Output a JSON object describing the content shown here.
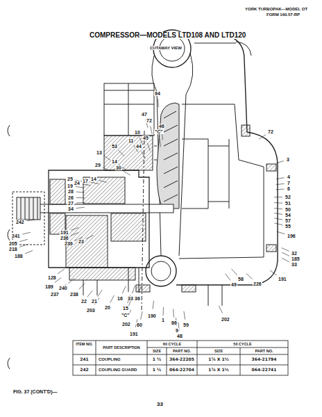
{
  "diagram": {
    "title": "COMPRESSOR—MODELS LTD108 AND LTD120",
    "caption": "FIG. 37 (CONT'D)—",
    "labels": [
      "YORK TURBOPAK—MODEL OT",
      "FORM 160.57-RP",
      "CUTAWAY VIEW",
      "94",
      "47",
      "72",
      "46",
      "10",
      "45",
      "\"C\"",
      "11",
      "44",
      "53",
      "13",
      "14",
      "29",
      "30",
      "72",
      "3",
      "25",
      "24",
      "17",
      "14",
      "19",
      "28",
      "26",
      "27",
      "34",
      "4",
      "7",
      "6",
      "52",
      "51",
      "50",
      "54",
      "57",
      "55",
      "242",
      "191",
      "236",
      "239",
      "23",
      "241",
      "205",
      "218",
      "188",
      "196",
      "32",
      "185",
      "33",
      "191",
      "58",
      "49",
      "226",
      "128",
      "189",
      "240",
      "237",
      "238",
      "22",
      "21",
      "20",
      "203",
      "16",
      "33",
      "36",
      "15",
      "\"C\"",
      "202",
      "60",
      "191",
      "190",
      "1",
      "86",
      "9",
      "48",
      "59",
      "202",
      "ITEM NO.",
      "PART DESCRIPTION",
      "60 CYCLE",
      "50 CYCLE",
      "SIZE",
      "PART NO.",
      "SIZE",
      "PART NO.",
      "241",
      "COUPLING",
      "1 ½",
      "364-22205",
      "1⅞ X 1½",
      "364-21794",
      "242",
      "COUPLING GUARD",
      "1 ½",
      "064-22704",
      "1⅞ X 1½",
      "064-22741",
      "33"
    ]
  }
}
